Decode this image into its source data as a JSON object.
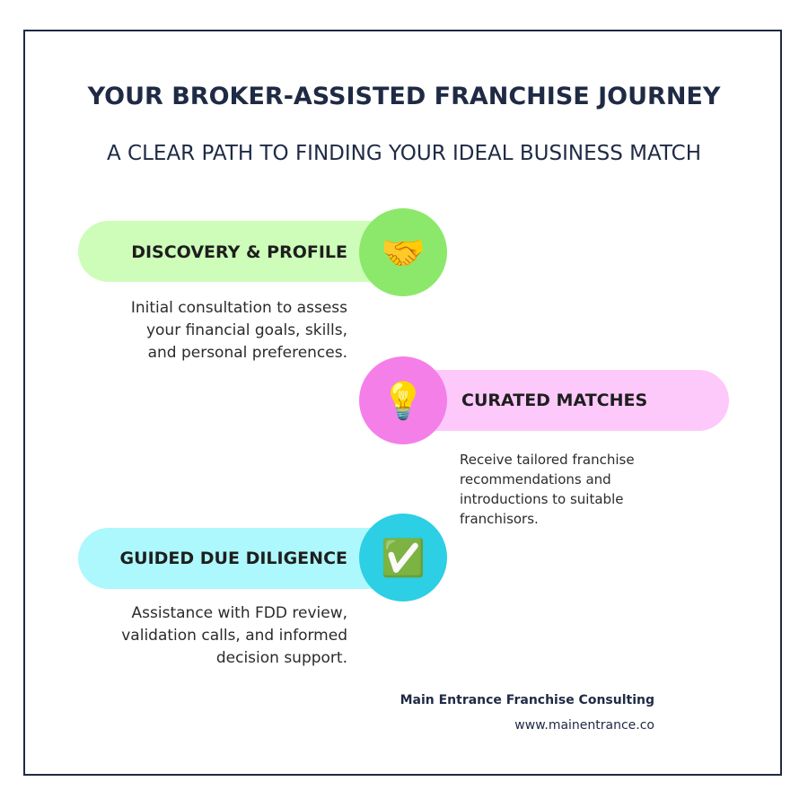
{
  "header": {
    "title": "YOUR BROKER-ASSISTED FRANCHISE JOURNEY",
    "subtitle": "A CLEAR PATH TO FINDING YOUR IDEAL BUSINESS MATCH"
  },
  "steps": [
    {
      "label": "DISCOVERY & PROFILE",
      "icon": "handshake-icon",
      "glyph": "🤝",
      "pill_color": "#cdfdb9",
      "circle_color": "#8ce86a",
      "description": "Initial consultation to assess your financial goals, skills, and personal preferences.",
      "description_lines": [
        "Initial consultation to assess",
        "your financial goals, skills,",
        "and personal preferences."
      ]
    },
    {
      "label": "CURATED MATCHES",
      "icon": "lightbulb-icon",
      "glyph": "💡",
      "pill_color": "#fdc9fb",
      "circle_color": "#f57fe9",
      "description": "Receive tailored franchise recommendations and introductions to suitable franchisors.",
      "description_lines": [
        "Receive tailored franchise",
        "recommendations and",
        "introductions to suitable",
        "franchisors."
      ]
    },
    {
      "label": "GUIDED DUE DILIGENCE",
      "icon": "check-mark-button-icon",
      "glyph": "✅",
      "pill_color": "#adf8fc",
      "circle_color": "#2ccfe3",
      "description": "Assistance with FDD review, validation calls, and informed decision support.",
      "description_lines": [
        "Assistance with FDD review,",
        "validation calls, and informed",
        "decision support."
      ]
    }
  ],
  "footer": {
    "company": "Main Entrance Franchise Consulting",
    "url": "www.mainentrance.co"
  },
  "colors": {
    "navy": "#1f2a44",
    "text": "#2b2b2b"
  }
}
